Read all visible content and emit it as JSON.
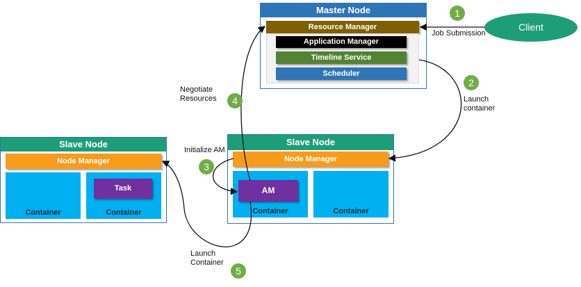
{
  "master": {
    "title": "Master Node",
    "resource_manager": "Resource Manager",
    "application_manager": "Application Manager",
    "timeline_service": "Timeline Service",
    "scheduler": "Scheduler"
  },
  "client": {
    "label": "Client"
  },
  "slave_left": {
    "title": "Slave Node",
    "node_manager": "Node Manager",
    "container1": "Container",
    "container2": "Container",
    "task": "Task"
  },
  "slave_center": {
    "title": "Slave Node",
    "node_manager": "Node Manager",
    "container1": "Container",
    "container2": "Container",
    "am": "AM"
  },
  "steps": {
    "s1": {
      "number": "1",
      "label": "Job Submission"
    },
    "s2": {
      "number": "2",
      "label_line1": "Launch",
      "label_line2": "container"
    },
    "s3": {
      "number": "3",
      "label": "Initialize AM"
    },
    "s4": {
      "number": "4",
      "label_line1": "Negotiate",
      "label_line2": "Resources"
    },
    "s5": {
      "number": "5",
      "label_line1": "Launch",
      "label_line2": "Container"
    }
  },
  "colors": {
    "node_title": "#1e9e78",
    "master_title": "#2e75b6",
    "resource_manager": "#7f6000",
    "application_manager": "#000000",
    "timeline_service": "#548235",
    "scheduler": "#2e75b6",
    "node_manager": "#f79b1d",
    "container": "#00b0f0",
    "task": "#7030a0",
    "step_circle": "#70ad47",
    "client": "#1e9e78"
  }
}
